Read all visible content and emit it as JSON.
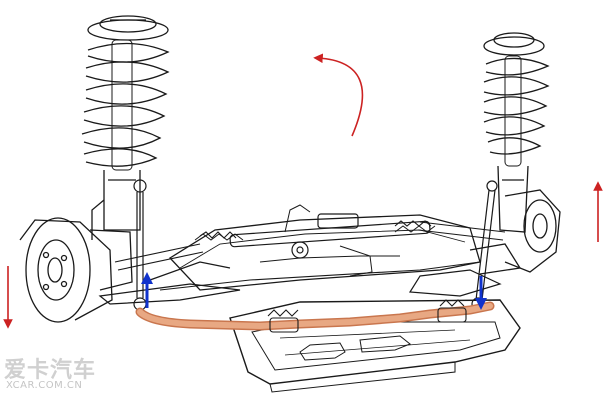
{
  "diagram": {
    "subject": "front suspension subframe with coil-over struts and anti-roll bar",
    "colors": {
      "line_art": "#1a1a1a",
      "anti_roll_bar": "#e8a883",
      "anti_roll_bar_edge": "#c9764e",
      "roll_arrows": "#cc2222",
      "link_arrows": "#1133cc",
      "background": "#ffffff"
    },
    "annotations": [
      {
        "kind": "curved-arrow",
        "meaning": "body roll direction",
        "color": "red"
      },
      {
        "kind": "arrow-up",
        "meaning": "right side lifts",
        "color": "red"
      },
      {
        "kind": "arrow-down",
        "meaning": "left side drops",
        "color": "red"
      },
      {
        "kind": "arrow-up",
        "meaning": "left link pushed up",
        "color": "blue"
      },
      {
        "kind": "arrow-down",
        "meaning": "right link pulled down",
        "color": "blue"
      }
    ]
  },
  "watermark": {
    "cn": "爱卡汽车",
    "en": "XCAR.COM.CN"
  }
}
